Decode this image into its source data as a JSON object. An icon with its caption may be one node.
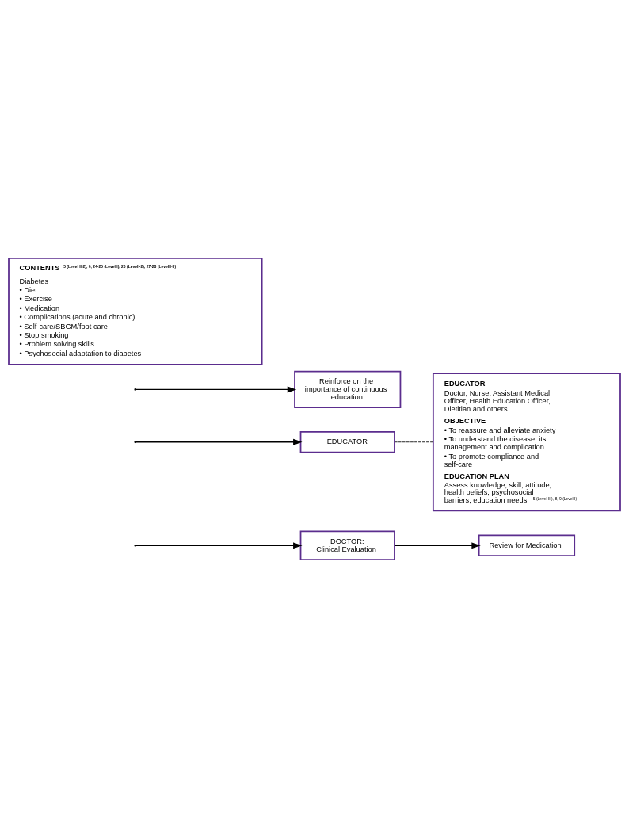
{
  "diagram": {
    "nodes": [
      {
        "text": [
          "DOCTOR:",
          "Clinical Evaluation"
        ]
      },
      {
        "text": [
          "Review for Medication"
        ]
      },
      {
        "text": [
          "EDUCATOR"
        ]
      },
      {
        "text": [
          "Reinforce on the importance of continuous education"
        ]
      },
      {
        "text": [
          "EDUCATOR",
          "Doctor, Nurse, Assistant Medical Officer, Health Education Officer, Dietitian and others",
          "OBJECTIVE",
          "• To reassure and alleviate anxiety",
          "• To understand the disease, its management and complication",
          "• To promote compliance and self-care",
          "EDUCATION PLAN",
          "Assess knowledge, skill, attitude, health beliefs, psychosocial barriers, education needs $^{5 (Level III), 8, 9 (Level I)}$"
        ]
      },
      {
        "text": [
          "CONTENTS $^{5 (Level II-2), 6, 24-25 (Level I), 26 (LevelI-2), 27-28 (LevelII-3)}$",
          "Diabetes",
          "• Diet",
          "• Exercise",
          "• Medication",
          "• Complications (acute and chronic)",
          "• Self-care/SBGM/foot care",
          "• Stop smoking",
          "• Problem solving skills",
          "• Psychosocial adaptation to diabetes"
        ]
      }
    ],
    "edges": [
      {
        "from": null,
        "to": 0,
        "arrow": "to"
      },
      {
        "from": null,
        "to": 2,
        "arrow": "to"
      },
      {
        "from": null,
        "to": 3,
        "arrow": "to"
      },
      {
        "from": 0,
        "to": 1,
        "arrow": "to"
      },
      {
        "from": 2,
        "to": 4,
        "arrow": "none",
        "style": "dashed"
      }
    ]
  }
}
